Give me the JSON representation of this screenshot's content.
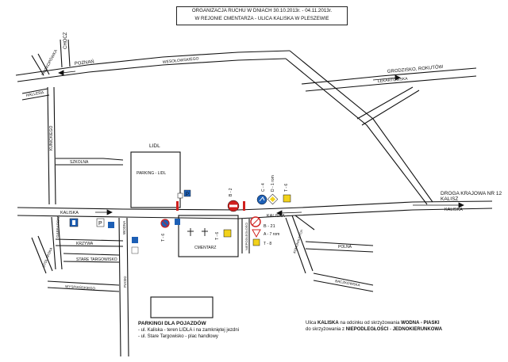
{
  "header": {
    "title_line1": "ORGANIZACJA RUCHU W DNIACH 30.10.2013r. - 04.11.2013r.",
    "title_line2": "W REJONIE CMENTARZA - ULICA KALISKA W PLESZEWIE"
  },
  "streets": {
    "poznan": "POZNAŃ",
    "chocz": "CHOCZ",
    "prokopowka": "PROKOPÓWKA",
    "hallera": "HALLERA",
    "wesolowskiego": "WESOŁOWSKIEGO",
    "grodzisko": "GRODZISKO, ROKUTÓW",
    "lekartowska": "LEKARTOWSKA",
    "kunickiego": "KUNICKIEGO",
    "szkolna": "SZKOLNA",
    "kaliska_west": "KALISKA",
    "kaliska_center": "KALISKA",
    "kaliska_east": "KALISKA",
    "droga_krajowa_line1": "DROGA KRAJOWA NR 12",
    "droga_krajowa_line2": "KALISZ",
    "krzywa": "KRZYWA",
    "garbarska": "GARBARSKA",
    "stolarska": "STOLARSKA",
    "stare_targowisko": "STARE TARGOWISKO",
    "wyspianskiego": "WYSPIAŃSKIEGO",
    "wodna": "WODNA",
    "piaski": "PIASKI",
    "niepodleglosci": "NIEPODLEGŁOŚCI",
    "komunalnych": "KOMUNALNYCH",
    "polna": "POLNA",
    "baczkowska": "BACZKOWSKA"
  },
  "places": {
    "lidl": "LIDL",
    "parking_lidl": "PARKING - LIDL",
    "cmentarz": "CMENTARZ"
  },
  "signs": {
    "b2": "B - 2",
    "c4": "C - 4",
    "d1_rom": "D - 1 rom",
    "t6_a": "T - 6",
    "t6_b": "T - 6",
    "t6_c": "T - 6",
    "b21": "B - 21",
    "a7": "A - 7 rom",
    "t8": "T - 8"
  },
  "legend": {
    "parking_title": "PARKINGI DLA POJAZDÓW",
    "parking_item1": "- ul. Kaliska - teren LIDLA i na zamkniętej jezdni",
    "parking_item2": "- ul. Stare Targowisko - plac handlowy",
    "note_prefix": "Ulica",
    "note_kaliska": "KALISKA",
    "note_mid": "na odcinku od skrzyżowania",
    "note_wodna": "WODNA - PIASKI",
    "note_line2_prefix": "do skrzyżowania z",
    "note_niep": "NIEPODLEGŁOŚCI",
    "note_dash": "-",
    "note_jedno": "JEDNOKIERUNKOWA"
  },
  "colors": {
    "road": "#111111",
    "sign_red": "#d0201e",
    "sign_blue": "#1d5fb5",
    "sign_yellow": "#f2d21b"
  }
}
